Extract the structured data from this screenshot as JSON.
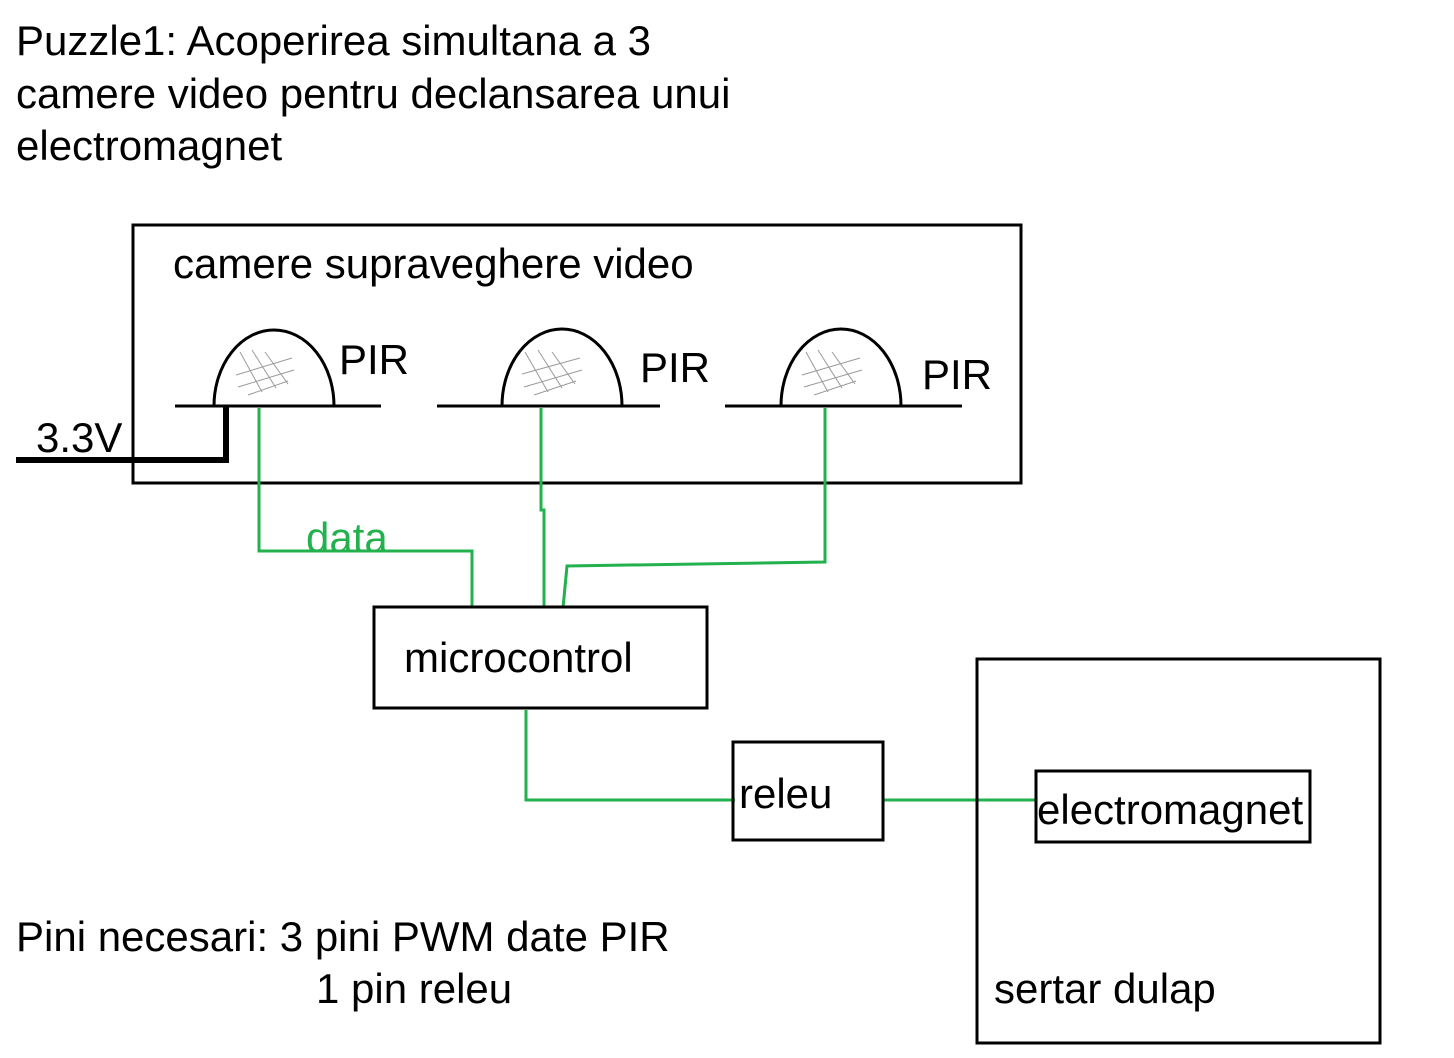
{
  "title": {
    "line1": "Puzzle1: Acoperirea simultana a 3",
    "line2": "camere video pentru declansarea unui",
    "line3": "electromagnet"
  },
  "camera_box": {
    "label": "camere supraveghere video"
  },
  "sensors": [
    {
      "label": "PIR"
    },
    {
      "label": "PIR"
    },
    {
      "label": "PIR"
    }
  ],
  "power": {
    "label": "3.3V"
  },
  "data_wire": {
    "label": "data"
  },
  "microcontroller": {
    "label": "microcontrol"
  },
  "relay": {
    "label": "releu"
  },
  "drawer": {
    "label": "sertar dulap"
  },
  "electromagnet": {
    "label": "electromagnet"
  },
  "pins": {
    "line1": "Pini necesari: 3 pini PWM date PIR",
    "line2": "1 pin releu"
  },
  "colors": {
    "wire_data": "#22b14c",
    "outline": "#000000"
  }
}
